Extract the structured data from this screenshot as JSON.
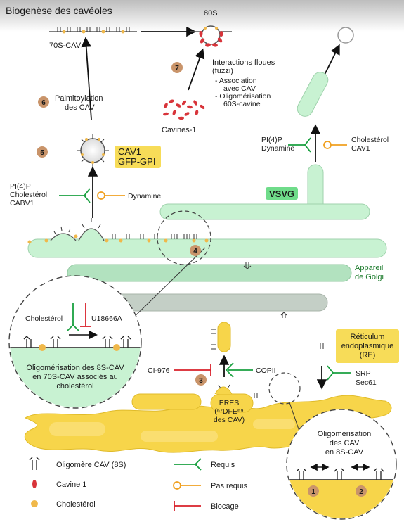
{
  "title": "Biogenèse des cavéoles",
  "labels": {
    "s80": "80S",
    "s70cav": "70S-CAV",
    "palm1": "Palmitoylation",
    "palm2": "des CAV",
    "interact1": "Interactions floues",
    "interact2": "(fuzzi)",
    "assoc1": "- Association",
    "assoc2": "avec CAV",
    "oligo1": "- Oligomérisation",
    "oligo2": "60S-cavine",
    "cavines": "Cavines-1",
    "cav1": "CAV1",
    "gfpgpi": "GFP-GPI",
    "pi4p_left1": "PI(4)P",
    "pi4p_left2": "Cholestérol",
    "pi4p_left3": "CABV1",
    "dynamine": "Dynamine",
    "pi4p_right1": "PI(4)P",
    "pi4p_right2": "Dynamine",
    "chol_right1": "Cholestérol",
    "chol_right2": "CAV1",
    "vsvg": "VSVG",
    "golgi1": "Appareil",
    "golgi2": "de Golgi",
    "inset_chol": "Cholestérol",
    "inset_u18": "U18666A",
    "inset_text1": "Oligomérisation des 8S-CAV",
    "inset_text2": "en  70S-CAV associés au",
    "inset_text3": "cholestérol",
    "re1": "Réticulum",
    "re2": "endoplasmique",
    "re3": "(RE)",
    "ci976": "CI-976",
    "copii": "COPII",
    "srp": "SRP",
    "sec61": "Sec61",
    "eres1": "ERES",
    "eres2": "(⁶⁷DFE⁶⁹",
    "eres3": "des CAV)",
    "inset2_1": "Oligomérisation",
    "inset2_2": "des CAV",
    "inset2_3": "en  8S-CAV"
  },
  "steps": [
    "1",
    "2",
    "3",
    "4",
    "5",
    "6",
    "7"
  ],
  "legend": {
    "oligomer": "Oligomère CAV (8S)",
    "cavine": "Cavine 1",
    "cholesterol": "Cholestérol",
    "requis": "Requis",
    "pasrequis": "Pas requis",
    "blocage": "Blocage"
  },
  "colors": {
    "membrane_green": "#c8f2d2",
    "er_yellow": "#f7d54a",
    "cholesterol": "#f0b84a",
    "cavine_red": "#d8343a",
    "step_circle": "#c9946a",
    "requis_green": "#1aa040",
    "pasrequis_orange": "#f0a020",
    "blocage_red": "#d8202a"
  }
}
